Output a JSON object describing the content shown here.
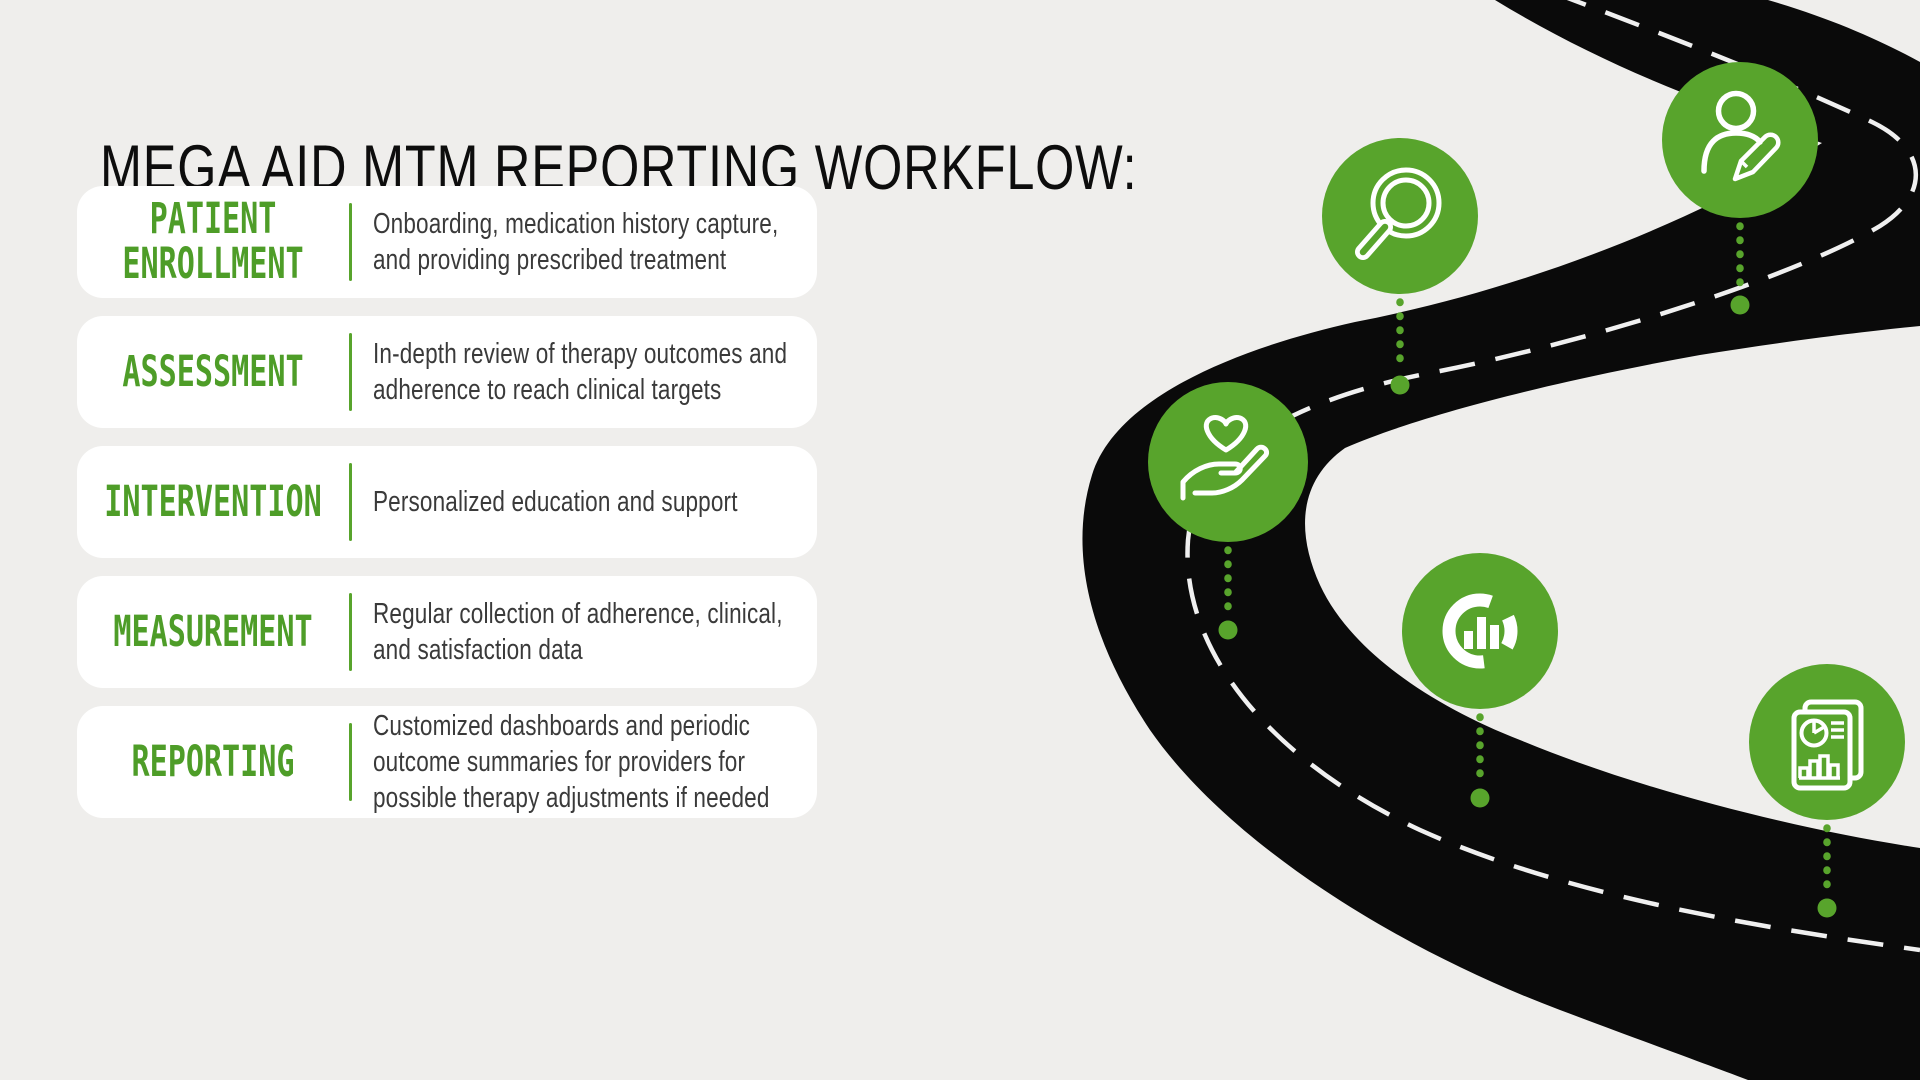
{
  "title": "MEGA AID MTM REPORTING WORKFLOW:",
  "steps": [
    {
      "label": "PATIENT ENROLLMENT",
      "description": "Onboarding, medication history capture, and providing prescribed treatment"
    },
    {
      "label": "ASSESSMENT",
      "description": "In-depth review of therapy outcomes and adherence to reach clinical targets"
    },
    {
      "label": "INTERVENTION",
      "description": "Personalized education and support"
    },
    {
      "label": "MEASUREMENT",
      "description": "Regular collection of adherence, clinical, and satisfaction data"
    },
    {
      "label": "REPORTING",
      "description": "Customized dashboards and periodic outcome summaries for providers for possible therapy adjustments if needed"
    }
  ],
  "roadmap": {
    "milestone_icons": [
      "magnifier-icon",
      "user-edit-icon",
      "heart-in-hand-icon",
      "donut-chart-icon",
      "report-document-icon"
    ]
  },
  "colors": {
    "background": "#efeeec",
    "card": "#ffffff",
    "accent_green_text": "#4e9d28",
    "accent_green_fill": "#58a42c",
    "road_black": "#0a0a0a",
    "road_dash": "#f0f0f0"
  }
}
